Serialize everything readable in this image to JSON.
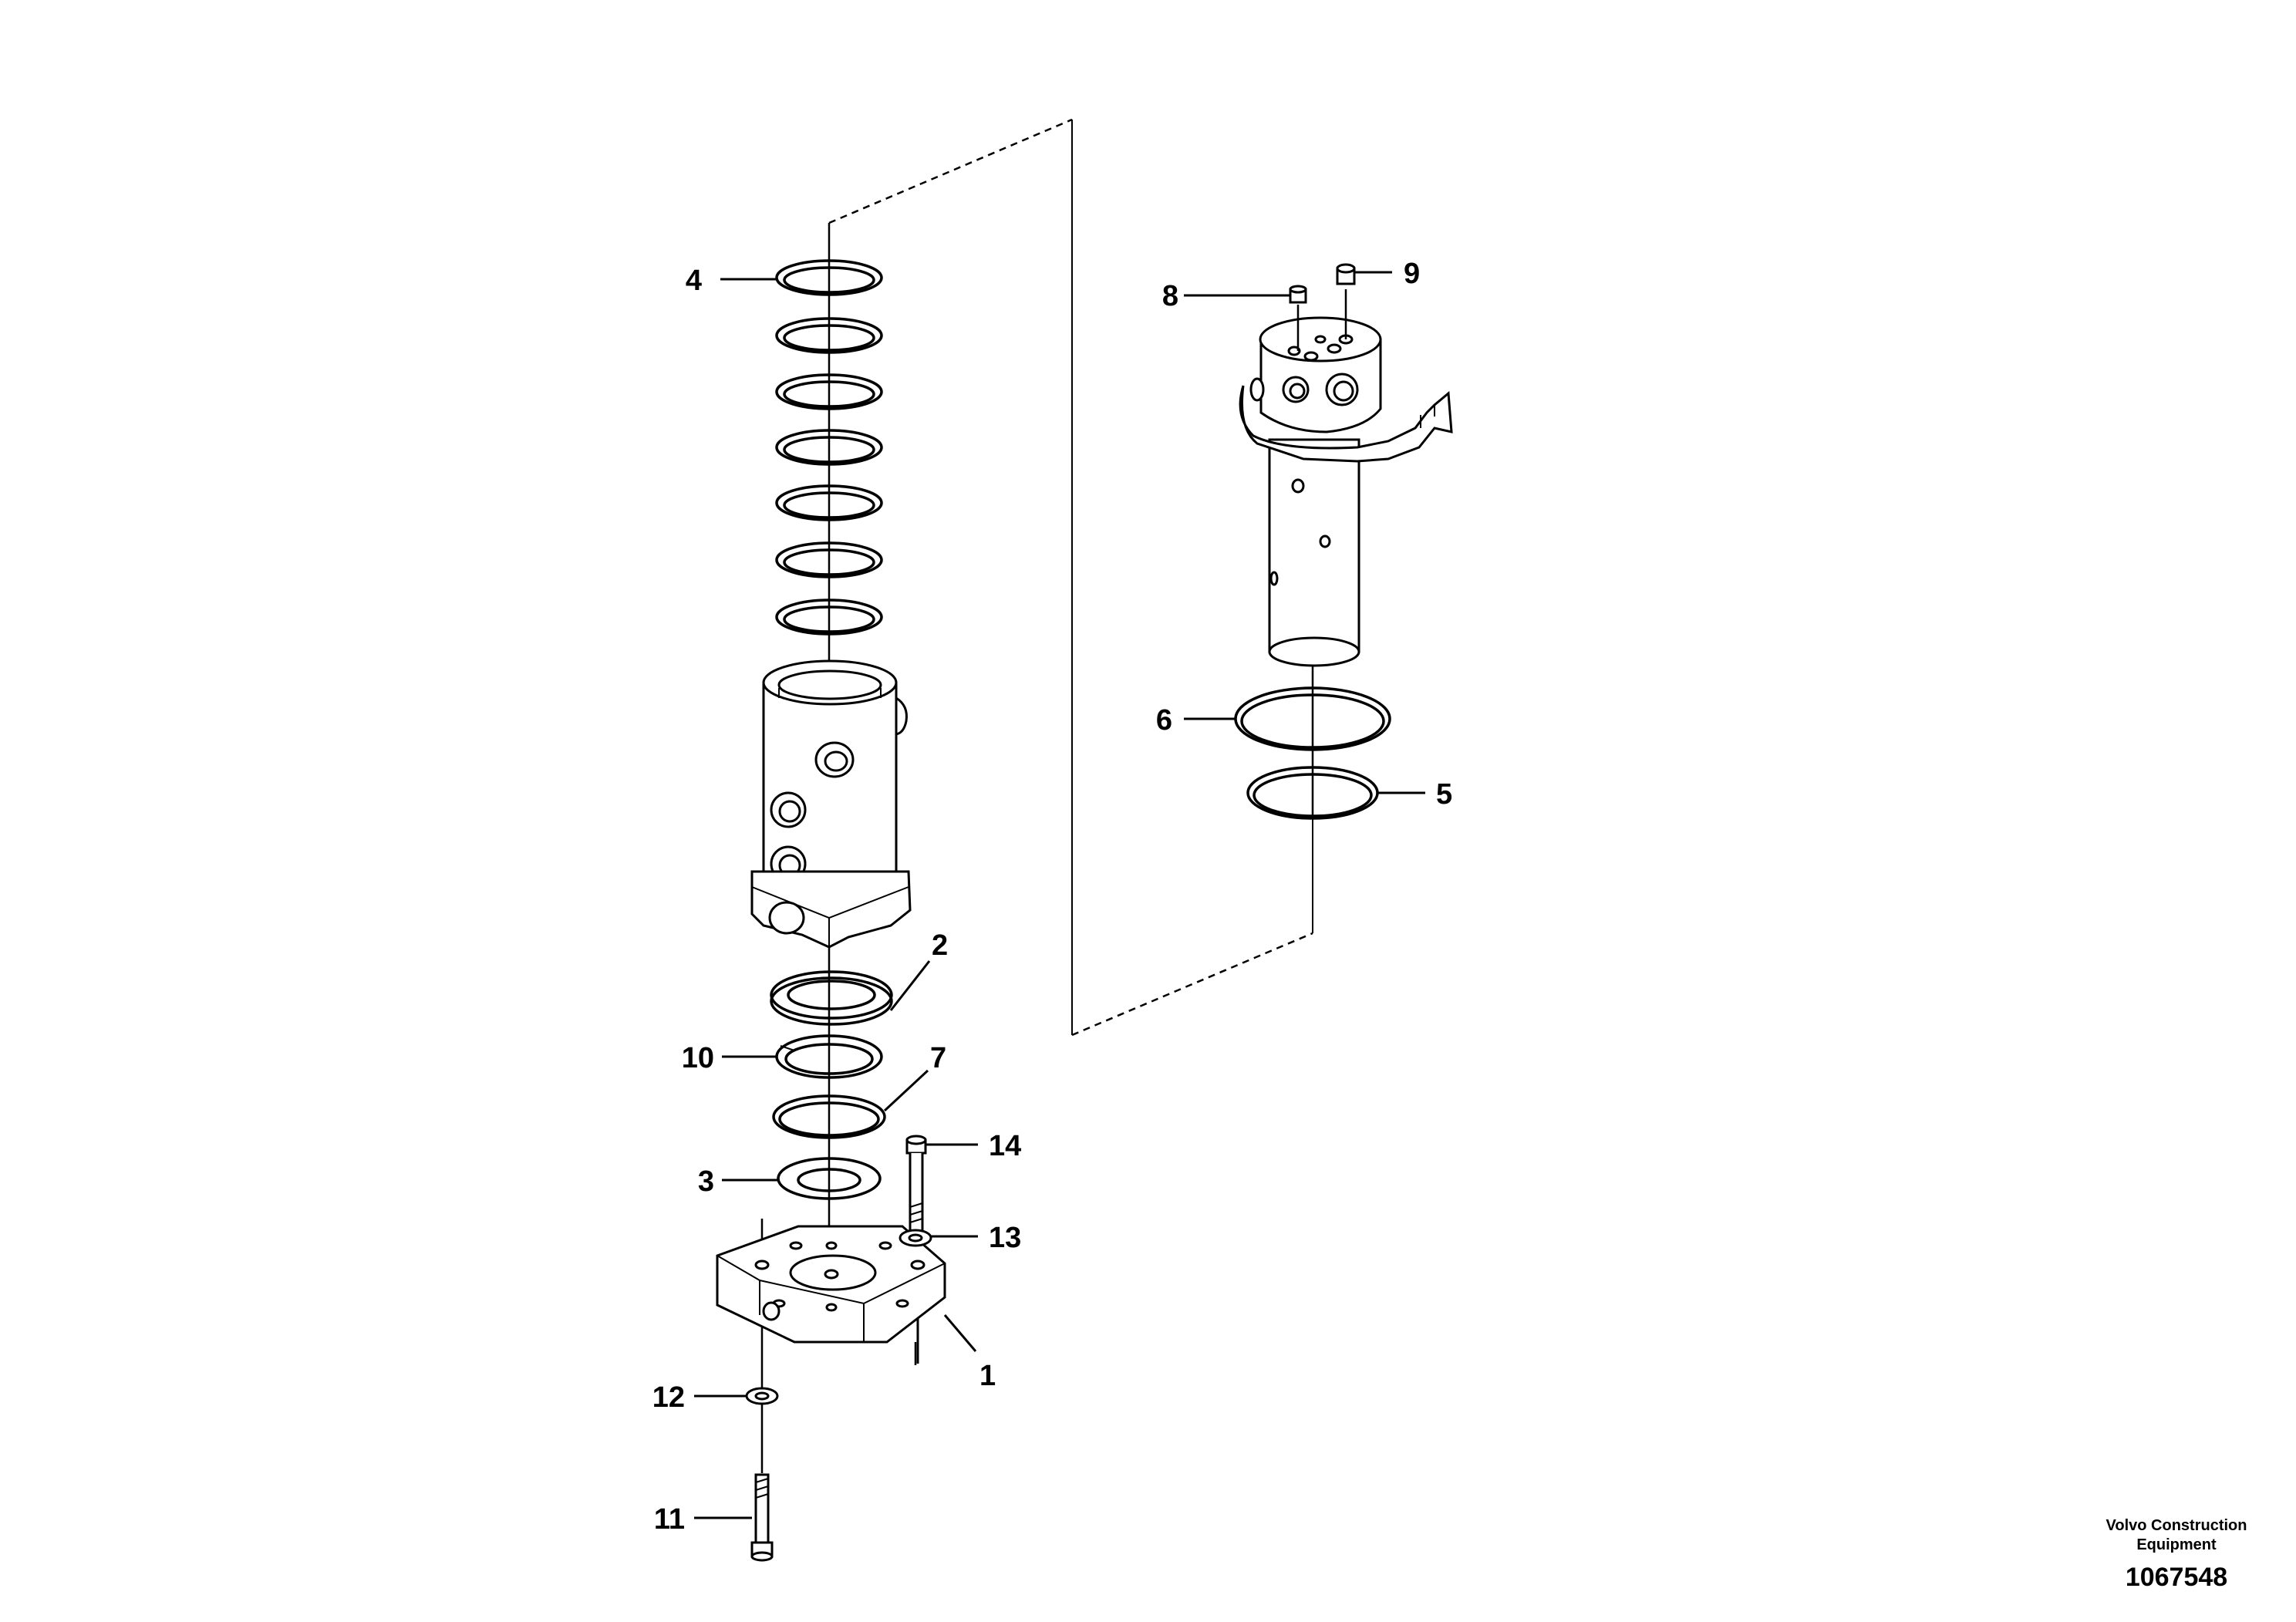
{
  "callouts": {
    "c1": "1",
    "c2": "2",
    "c3": "3",
    "c4": "4",
    "c5": "5",
    "c6": "6",
    "c7": "7",
    "c8": "8",
    "c9": "9",
    "c10": "10",
    "c11": "11",
    "c12": "12",
    "c13": "13",
    "c14": "14"
  },
  "footer": {
    "manufacturer_line1": "Volvo Construction",
    "manufacturer_line2": "Equipment",
    "drawing_number": "1067548"
  }
}
